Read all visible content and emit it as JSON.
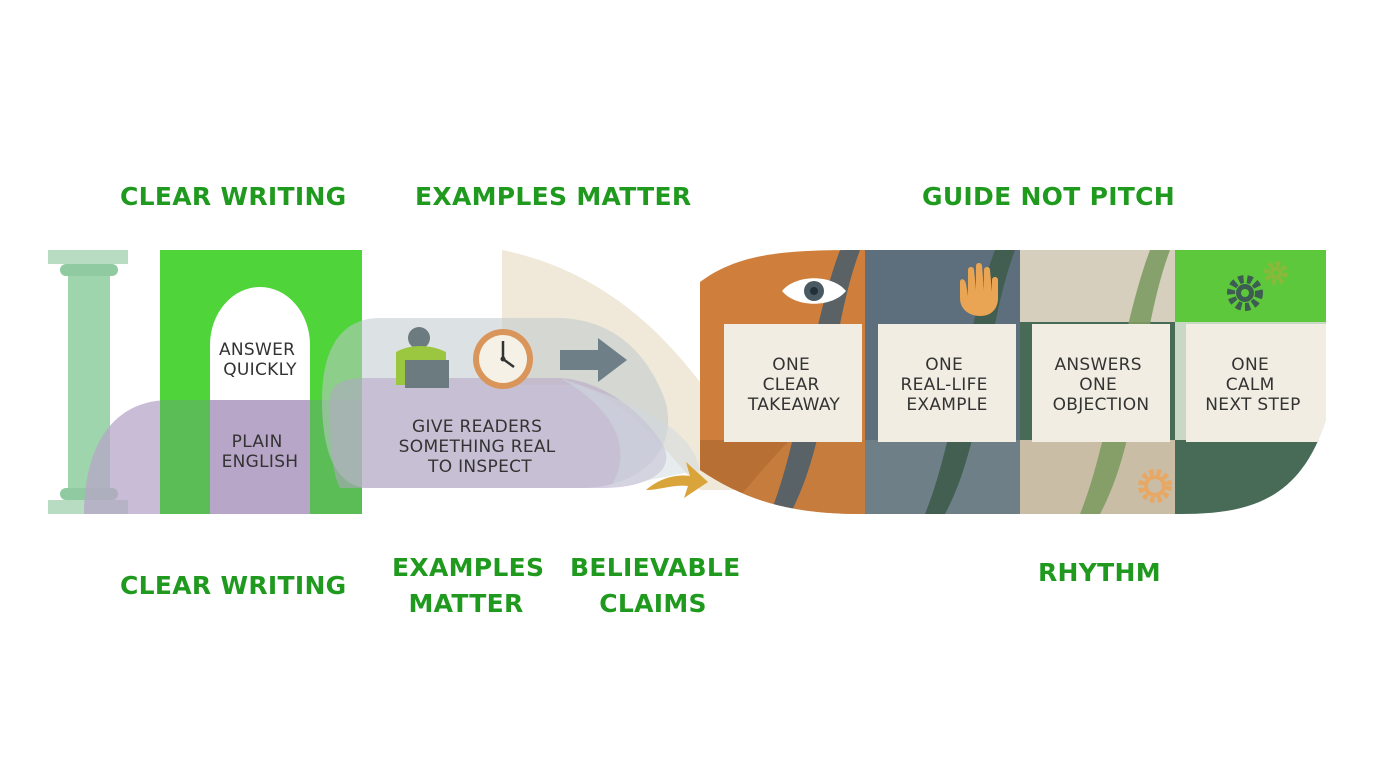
{
  "labels": {
    "top": {
      "clear_writing": "CLEAR WRITING",
      "examples_matter": "EXAMPLES MATTER",
      "guide_not_pitch": "GUIDE NOT PITCH"
    },
    "bottom": {
      "clear_writing": "CLEAR WRITING",
      "examples_matter": [
        "EXAMPLES",
        "MATTER"
      ],
      "believable_claims": [
        "BELIEVABLE",
        "CLAIMS"
      ],
      "rhythm": "RHYTHM"
    }
  },
  "arch": {
    "answer_quickly": [
      "ANSWER",
      "QUICKLY"
    ],
    "plain_english": [
      "PLAIN",
      "ENGLISH"
    ]
  },
  "examples_band": {
    "text": [
      "GIVE READERS",
      "SOMETHING REAL",
      "TO INSPECT"
    ]
  },
  "panels": [
    {
      "lines": [
        "ONE",
        "CLEAR",
        "TAKEAWAY"
      ],
      "icon": "eye-icon"
    },
    {
      "lines": [
        "ONE",
        "REAL-LIFE",
        "EXAMPLE"
      ],
      "icon": "hand-icon"
    },
    {
      "lines": [
        "ANSWERS",
        "ONE",
        "OBJECTION"
      ],
      "icon": "none"
    },
    {
      "lines": [
        "ONE",
        "CALM",
        "NEXT STEP"
      ],
      "icon": "gears-icon"
    }
  ],
  "colors": {
    "label_green": "#1f9a1f",
    "bright_green": "#4fd43a",
    "lavender": "#b7a6c8",
    "orange": "#cf7f3b",
    "slate": "#5d6f7c",
    "dark_green": "#486b58",
    "cream": "#f2ede3"
  }
}
